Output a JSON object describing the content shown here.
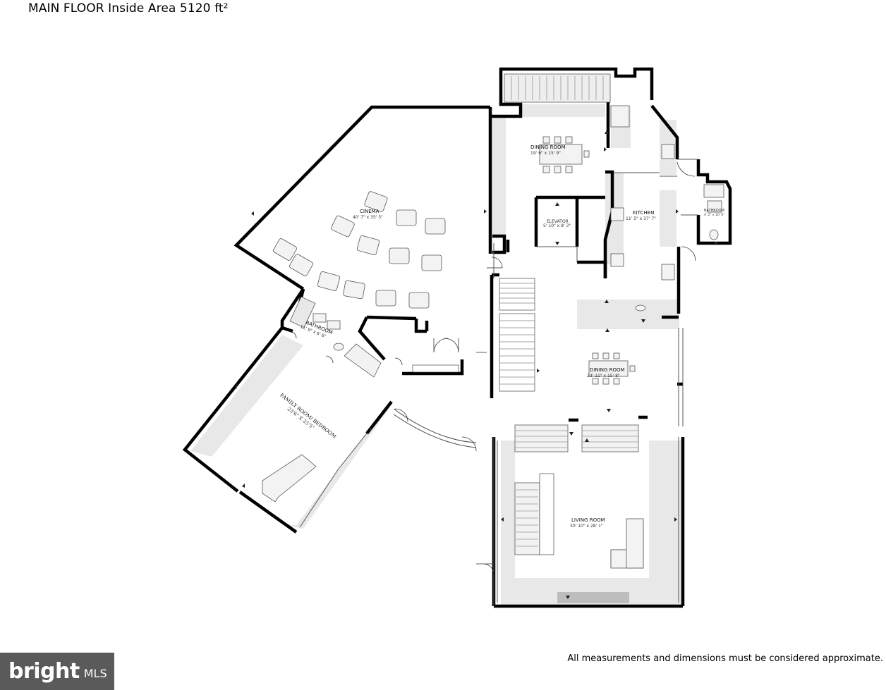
{
  "header": {
    "title": "MAIN FLOOR Inside Area 5120 ft²"
  },
  "footer": {
    "disclaimer": "All measurements and dimensions must be considered approximate.",
    "brand_logo": "bright",
    "brand_suffix": "MLS"
  },
  "rooms": {
    "dining1": {
      "name": "DINING ROOM",
      "dims": "19' 6\" x 15' 9\""
    },
    "cinema": {
      "name": "CINEMA",
      "dims": "40' 7\" x 35' 5\""
    },
    "elevator": {
      "name": "ELEVATOR",
      "dims": "5' 10\" x 8' 3\""
    },
    "kitchen": {
      "name": "KITCHEN",
      "dims": "11' 5\" x 37' 7\""
    },
    "bath_right": {
      "name": "BATHROOM",
      "dims": "4' 2\" x 10' 0\""
    },
    "bath_left": {
      "name": "BATHROOM",
      "dims": "11' 9\" x 6' 6\""
    },
    "dining2": {
      "name": "DINING ROOM",
      "dims": "23' 11\" x 15' 8\""
    },
    "family": {
      "name": "FAMILY ROOM/ BEDROOM",
      "dims": "23'6\" X 25'5\""
    },
    "living": {
      "name": "LIVING ROOM",
      "dims": "30' 10\" x 28' 1\""
    }
  },
  "colors": {
    "wall": "#000000",
    "floor_shade": "#e6e6e6",
    "furniture": "#f2f2f2",
    "brand_bg": "#5a5a5a"
  },
  "icons": {
    "furniture": "sofa-chair-table-icons",
    "arrows": "door-direction-arrows"
  }
}
